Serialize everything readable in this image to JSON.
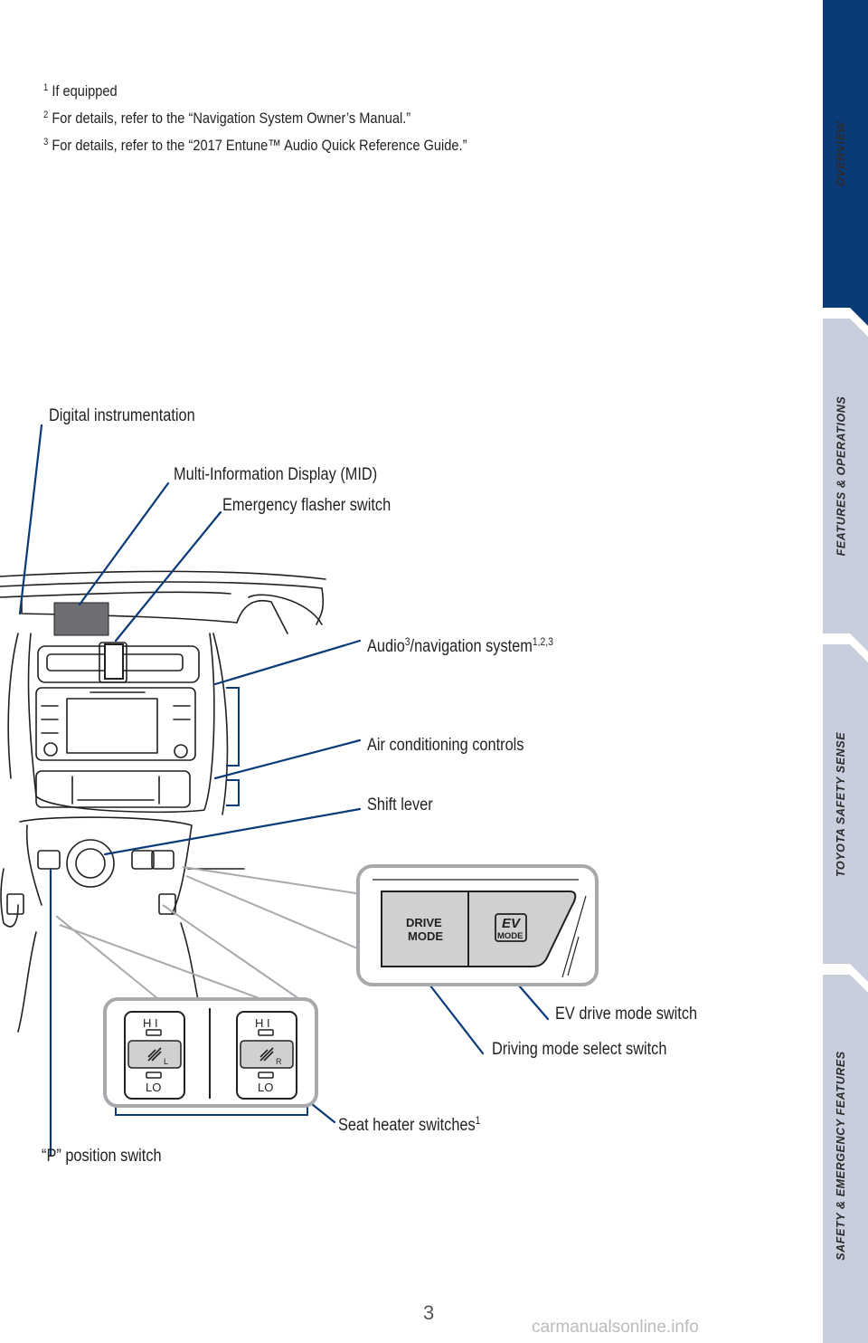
{
  "footnotes": [
    {
      "marker": "1",
      "text": "If equipped"
    },
    {
      "marker": "2",
      "text": "For details, refer to the “Navigation System Owner’s Manual.”"
    },
    {
      "marker": "3",
      "text": "For details, refer to the “2017 Entune™ Audio Quick Reference Guide.”"
    }
  ],
  "callouts": {
    "digital_instrumentation": "Digital instrumentation",
    "mid": "Multi-Information Display (MID)",
    "emergency_flasher": "Emergency flasher switch",
    "audio_prefix": "Audio",
    "audio_sup": "3",
    "audio_suffix": "/navigation system",
    "audio_suffix_sup": "1,2,3",
    "air_conditioning": "Air conditioning controls",
    "shift_lever": "Shift lever",
    "ev_drive_mode": "EV drive mode switch",
    "driving_mode_select": "Driving mode select switch",
    "seat_heater": "Seat heater switches",
    "seat_heater_sup": "1",
    "p_position": "“P” position switch"
  },
  "switch_labels": {
    "drive_line1": "DRIVE",
    "drive_line2": "MODE",
    "ev_line1": "EV",
    "ev_line2": "MODE",
    "hi": "H I",
    "lo": "LO",
    "left": "L",
    "right": "R"
  },
  "sidebar": {
    "tabs": [
      {
        "label": "OVERVIEW",
        "active": true
      },
      {
        "label": "FEATURES & OPERATIONS",
        "active": false
      },
      {
        "label": "TOYOTA SAFETY SENSE",
        "active": false
      },
      {
        "label": "SAFETY & EMERGENCY FEATURES",
        "active": false
      }
    ],
    "active_color": "#0a3a78",
    "inactive_color": "#c9cedd"
  },
  "page_number": "3",
  "watermark": "carmanualsonline.info"
}
